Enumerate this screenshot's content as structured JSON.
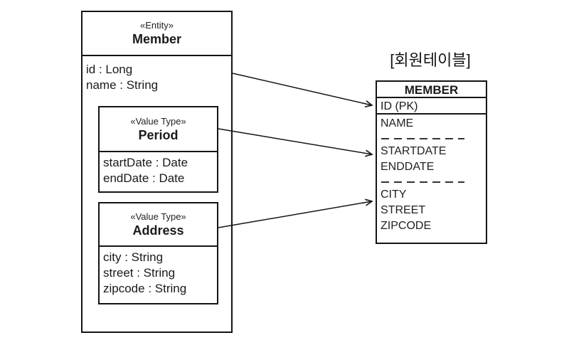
{
  "colors": {
    "background": "#ffffff",
    "line": "#141414",
    "text": "#1a1a1a"
  },
  "entity_box": {
    "stereotype": "«Entity»",
    "name": "Member",
    "attributes": [
      "id : Long",
      "name : String"
    ]
  },
  "period_box": {
    "stereotype": "«Value Type»",
    "name": "Period",
    "attributes": [
      "startDate : Date",
      "endDate : Date"
    ]
  },
  "address_box": {
    "stereotype": "«Value Type»",
    "name": "Address",
    "attributes": [
      "city : String",
      "street : String",
      "zipcode : String"
    ]
  },
  "table": {
    "caption": "[회원테이블]",
    "header": "MEMBER",
    "rows": {
      "pk": "ID (PK)",
      "name": "NAME",
      "startdate": "STARTDATE",
      "enddate": "ENDDATE",
      "city": "CITY",
      "street": "STREET",
      "zipcode": "ZIPCODE"
    }
  },
  "arrows": [
    {
      "from": "Member attributes",
      "to": "ID (PK)"
    },
    {
      "from": "Period",
      "to": "STARTDATE"
    },
    {
      "from": "Address",
      "to": "CITY"
    }
  ]
}
